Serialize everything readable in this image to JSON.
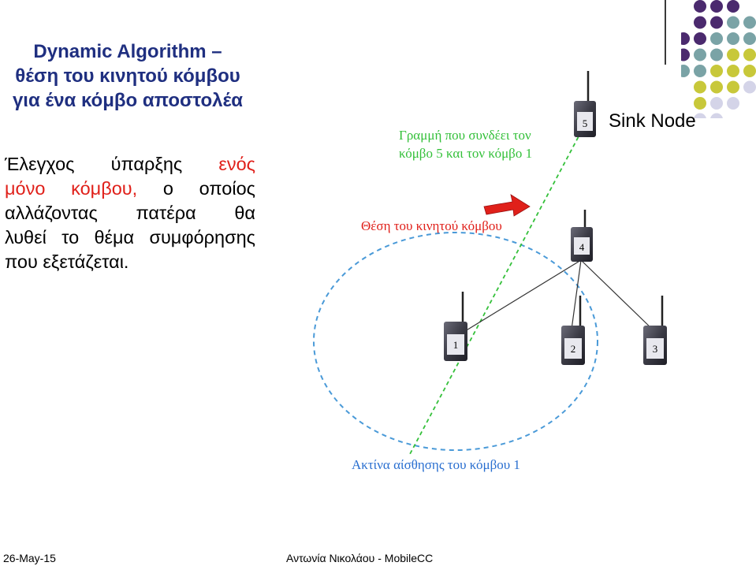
{
  "slide": {
    "title_lines": [
      "Dynamic Algorithm –",
      "θέση του κινητού κόμβου",
      "για ένα κόμβο αποστολέα"
    ],
    "body": {
      "line1": [
        "Έλεγχος",
        "ύπαρξης"
      ],
      "line1_red": "ενός",
      "line2_red": [
        "μόνο",
        "κόμβου,"
      ],
      "line2": [
        "ο",
        "οποίος"
      ],
      "line3": [
        "αλλάζοντας",
        "πατέρα",
        "θα"
      ],
      "line4": [
        "λυθεί",
        "το",
        "θέμα",
        "συμφόρησης"
      ],
      "line5": "που εξετάζεται."
    }
  },
  "diagram": {
    "sink_label": "Sink Node",
    "annotation_green": [
      "Γραμμή που συνδέει τον",
      "κόμβο 5 και τον κόμβο 1"
    ],
    "annotation_red": "Θέση του κινητού κόμβου",
    "annotation_blue": "Ακτίνα αίσθησης του κόμβου 1",
    "nodes": [
      "5",
      "4",
      "1",
      "2",
      "3"
    ]
  },
  "colors": {
    "title": "#1f2f80",
    "highlight": "#e0201a",
    "green_line": "#34c03a",
    "blue_circle": "#4a9ad8",
    "dot_purple": "#4b2a6e",
    "dot_teal": "#7aa3a6",
    "dot_yellow": "#c8c83a",
    "dot_lavender": "#d4d4e8"
  },
  "footer": {
    "date": "26-May-15",
    "author": "Αντωνία Νικολάου - MobileCC"
  }
}
